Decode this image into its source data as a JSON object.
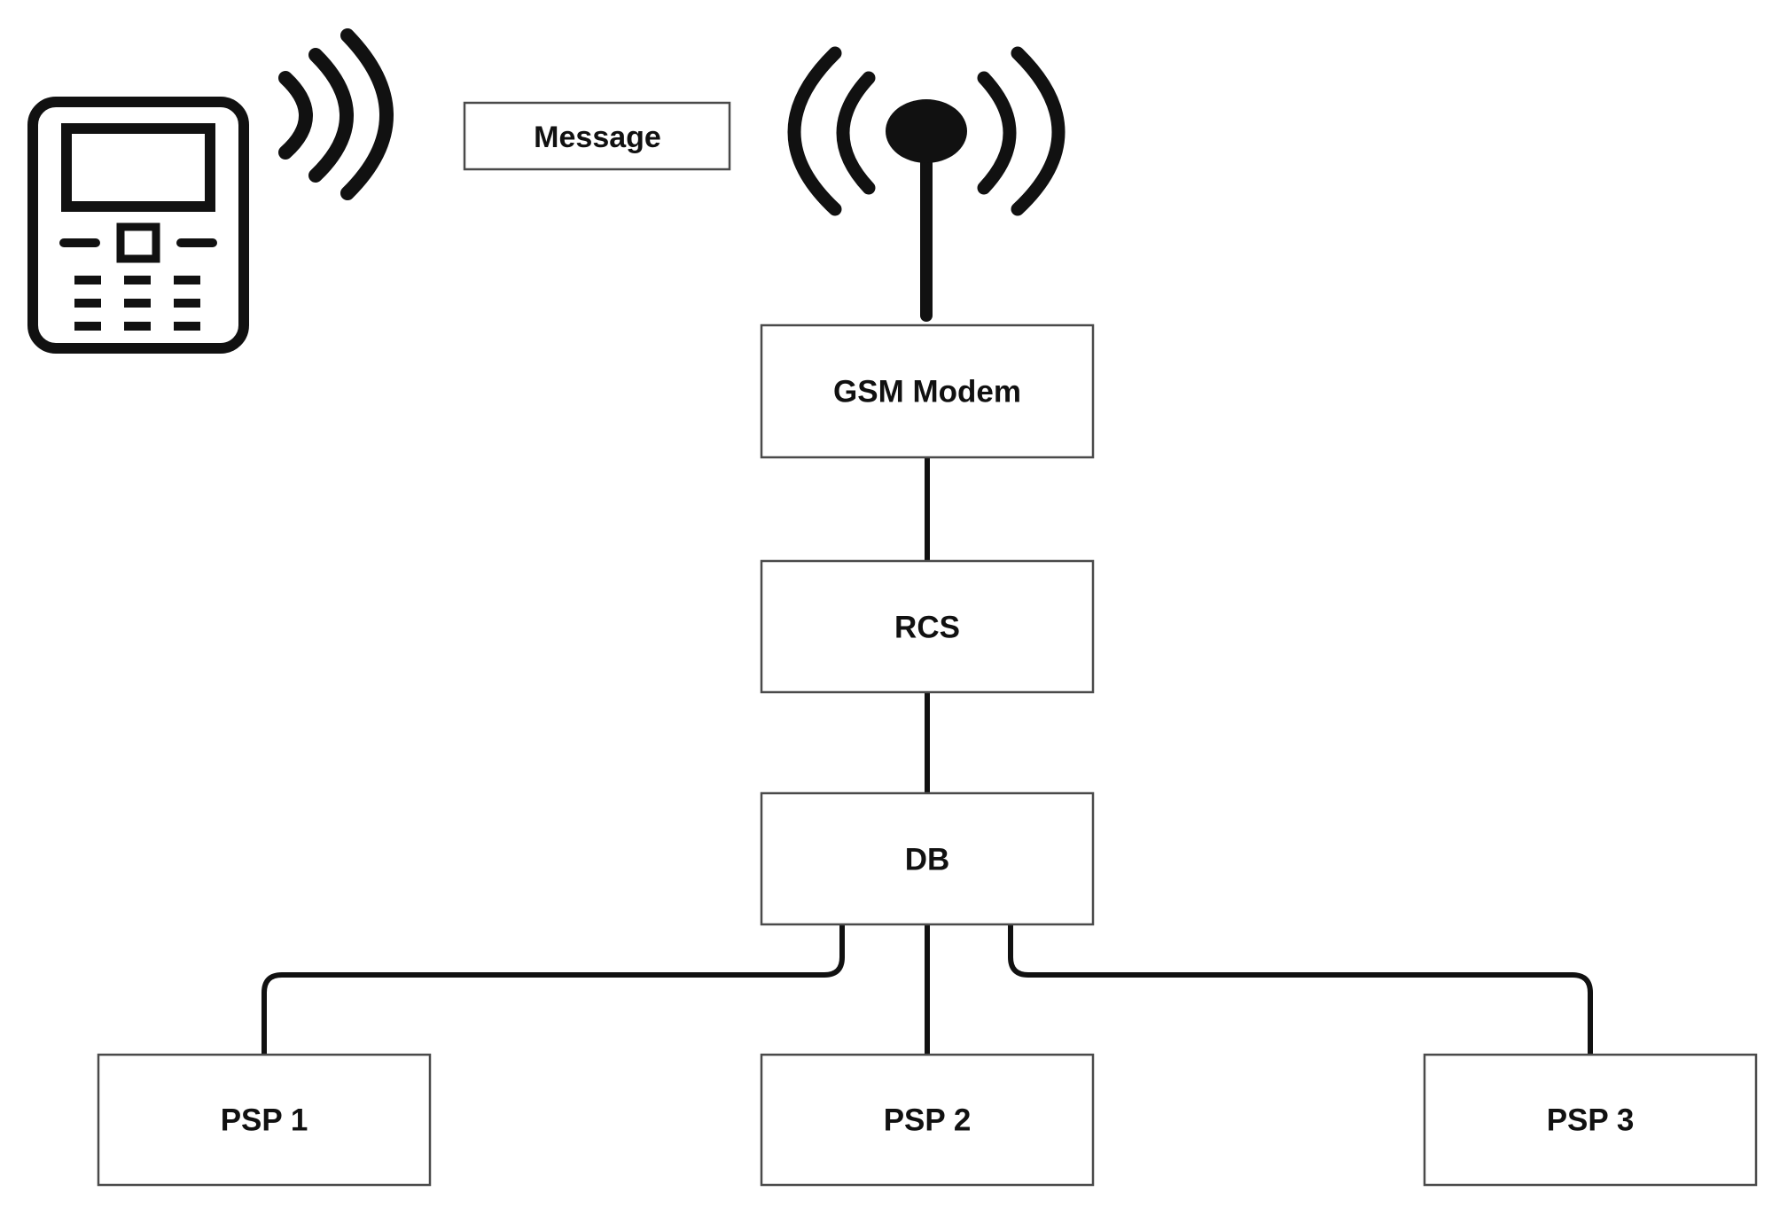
{
  "diagram": {
    "message_label": "Message",
    "nodes": {
      "gsm_modem": "GSM Modem",
      "rcs": "RCS",
      "db": "DB",
      "psp1": "PSP 1",
      "psp2": "PSP 2",
      "psp3": "PSP 3"
    },
    "icons": {
      "phone": "mobile-phone-icon",
      "phone_signal": "signal-waves-icon",
      "antenna": "antenna-tower-icon"
    },
    "edges": [
      [
        "mobile-phone",
        "gsm_modem"
      ],
      [
        "gsm_modem",
        "rcs"
      ],
      [
        "rcs",
        "db"
      ],
      [
        "db",
        "psp1"
      ],
      [
        "db",
        "psp2"
      ],
      [
        "db",
        "psp3"
      ]
    ]
  }
}
